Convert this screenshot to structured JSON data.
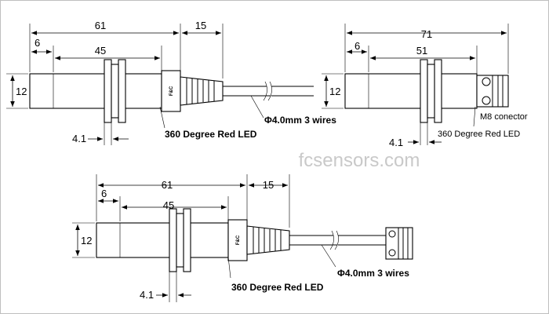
{
  "watermark": "fcsensors.com",
  "brand_mark": "F&C",
  "views": {
    "top_left": {
      "dim_total": "61",
      "dim_cable": "15",
      "dim_front": "6",
      "dim_thread": "45",
      "dim_diameter": "12",
      "dim_nut": "4.1",
      "cable_label": "Φ4.0mm 3 wires",
      "led_label": "360 Degree Red LED"
    },
    "top_right": {
      "dim_total": "71",
      "dim_front": "6",
      "dim_thread": "51",
      "dim_diameter": "12",
      "dim_nut": "4.1",
      "connector_label": "M8 conector",
      "led_label": "360 Degree Red LED"
    },
    "bottom": {
      "dim_total": "61",
      "dim_cable": "15",
      "dim_front": "6",
      "dim_thread": "45",
      "dim_diameter": "12",
      "dim_nut": "4.1",
      "cable_label": "Φ4.0mm 3 wires",
      "led_label": "360 Degree Red LED"
    }
  }
}
